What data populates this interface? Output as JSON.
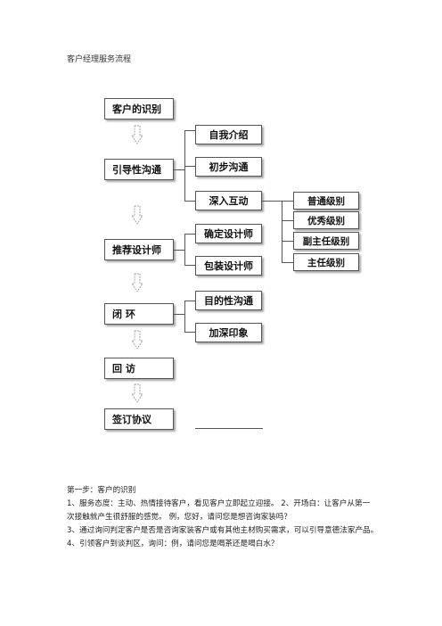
{
  "doc_title": "客户经理服务流程",
  "flow": {
    "main": [
      "客户的识别",
      "引导性沟通",
      "推荐设计师",
      "闭      环",
      "回      访",
      "签订协议"
    ],
    "guide_sub": [
      "自我介绍",
      "初步沟通",
      "深入互动"
    ],
    "interact_levels": [
      "普通级别",
      "优秀级别",
      "副主任级别",
      "主任级别"
    ],
    "recommend_sub": [
      "确定设计师",
      "包装设计师"
    ],
    "close_sub": [
      "目的性沟通",
      "加深印象"
    ]
  },
  "steps": {
    "heading": "第一步：客户的识别",
    "lines": [
      "1、服务态度：主动、热情接待客户，看见客户立即起立迎接。 2、开场白：让客户从第一",
      "次接触就产生很舒服的感觉。 例，您好，请问您是想咨询家装吗？",
      "3、通过询问判定客户是否是咨询家装客户或有其他主材购买需求，可以引导意德法家产品。",
      "4、引领客户到谈判区，询问：例，请问您是喝茶还是喝白水？"
    ]
  }
}
